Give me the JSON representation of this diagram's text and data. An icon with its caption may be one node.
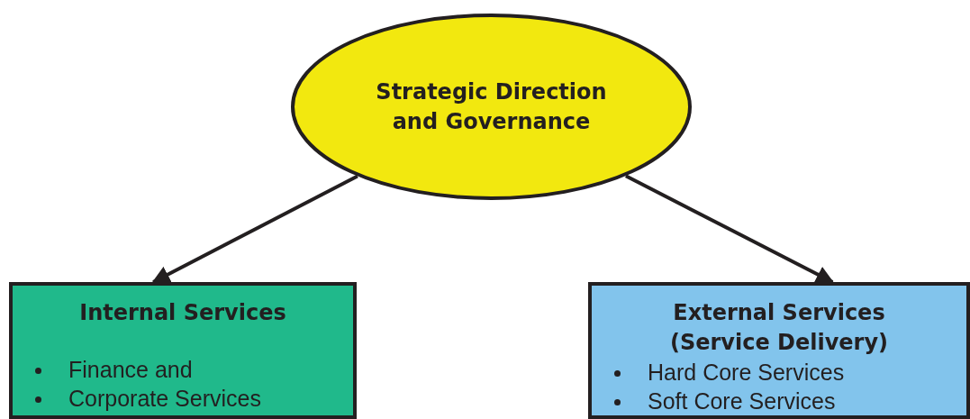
{
  "diagram": {
    "nodes": [
      {
        "text": [
          "Strategic Direction and Governance"
        ]
      },
      {
        "text": [
          "Internal Services",
          "Finance and",
          "Corporate Services"
        ]
      },
      {
        "text": [
          "External Services (Service Delivery)",
          "Hard Core Services",
          "Soft Core Services"
        ]
      }
    ],
    "edges": [
      {
        "from": 0,
        "to": 1,
        "arrow": "to"
      },
      {
        "from": 0,
        "to": 2,
        "arrow": "to"
      }
    ]
  }
}
